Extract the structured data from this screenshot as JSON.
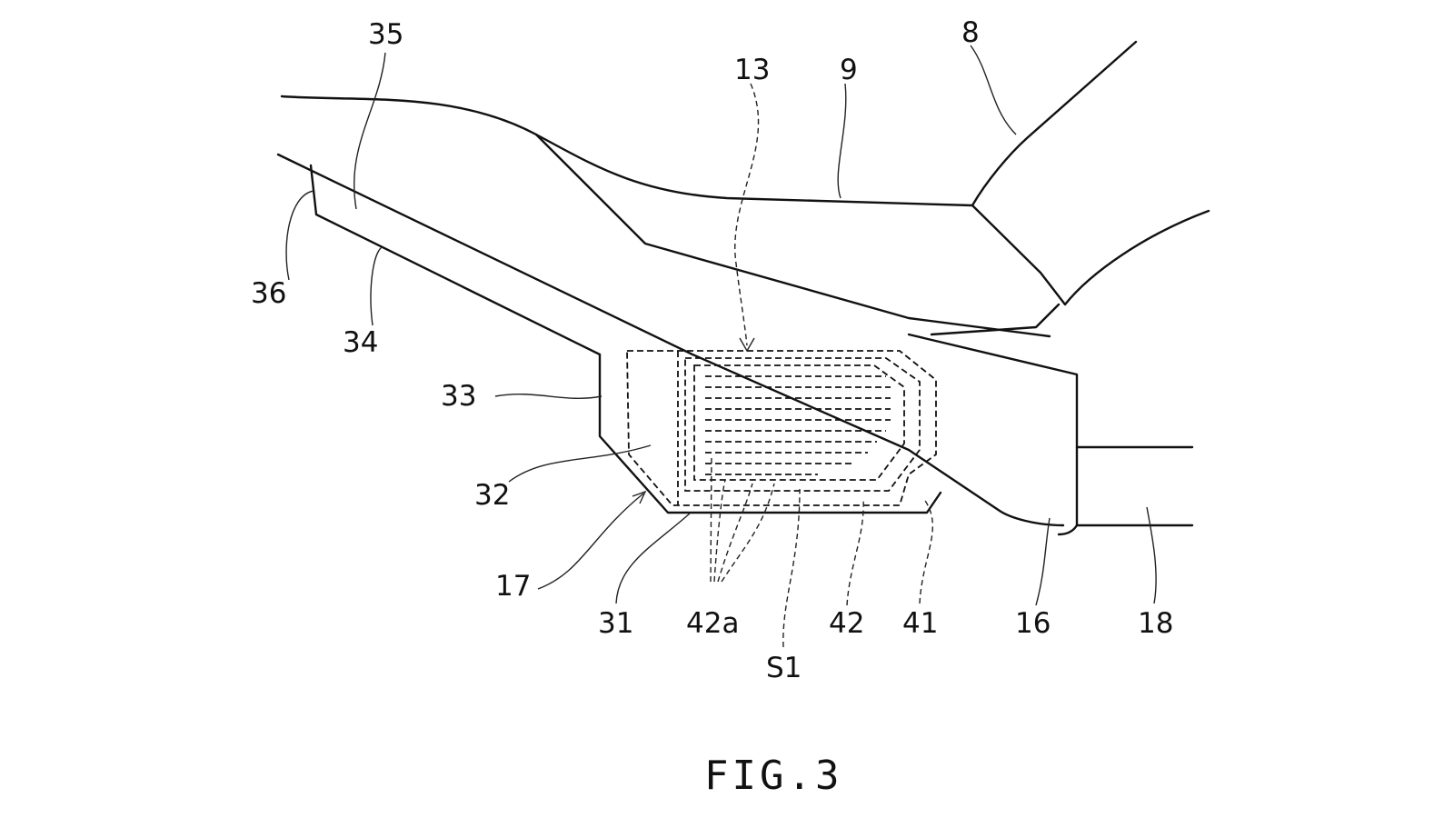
{
  "figure": {
    "caption": "FIG.3",
    "labels": {
      "l35": "35",
      "l8": "8",
      "l13": "13",
      "l9": "9",
      "l36": "36",
      "l34": "34",
      "l33": "33",
      "l32": "32",
      "l17": "17",
      "l31": "31",
      "l42a": "42a",
      "l42": "42",
      "l41": "41",
      "l16": "16",
      "l18": "18",
      "lS1": "S1"
    }
  }
}
